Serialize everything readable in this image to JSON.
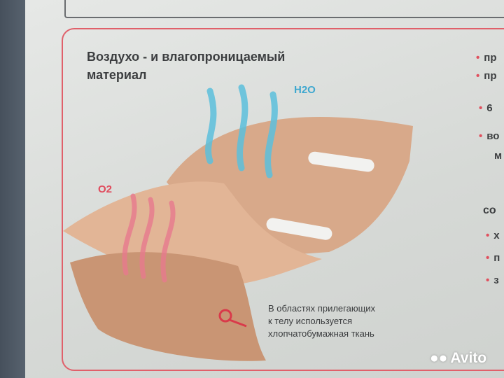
{
  "title_line1": "Воздухо - и влагопроницаемый",
  "title_line2": "материал",
  "label_h2o": "H2O",
  "label_o2": "O2",
  "note_lines": [
    "В областях прилегающих",
    "к телу используется",
    "хлопчатобумажная ткань"
  ],
  "right_items": [
    "пр",
    "пр",
    "6",
    "во",
    "м"
  ],
  "right_heading": "со",
  "right_items2": [
    "х",
    "п",
    "з"
  ],
  "watermark": "Avito",
  "colors": {
    "frame": "#e0606a",
    "h2o": "#3fa8cf",
    "o2": "#e04a5c",
    "bullet": "#e0505e"
  }
}
